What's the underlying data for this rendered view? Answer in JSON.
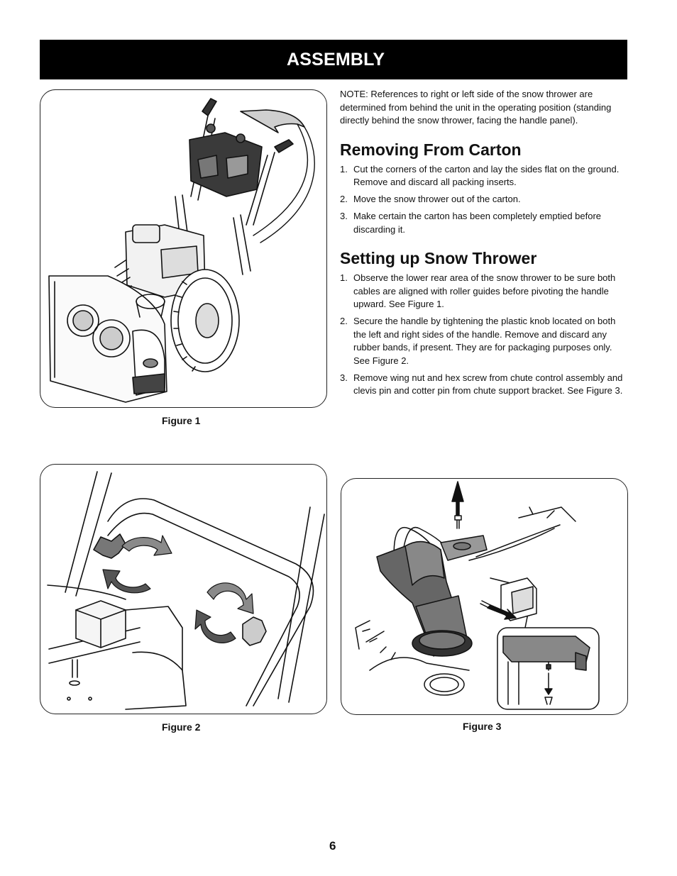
{
  "header": {
    "title": "ASSEMBLY"
  },
  "note": "NOTE: References to right or left side of the snow thrower are determined from behind the unit in the operating position (standing directly behind the snow thrower, facing the handle panel).",
  "sections": [
    {
      "heading": "Removing From Carton",
      "steps": [
        {
          "num": "1.",
          "text": "Cut the corners of the carton and lay the sides flat on the ground. Remove and discard all packing inserts."
        },
        {
          "num": "2.",
          "text": "Move the snow thrower out of the carton."
        },
        {
          "num": "3.",
          "text": "Make certain the carton has been completely emptied before discarding it."
        }
      ]
    },
    {
      "heading": "Setting up Snow Thrower",
      "steps": [
        {
          "num": "1.",
          "text": "Observe the lower rear area of the snow thrower to be sure both cables are aligned with roller guides before pivoting the handle upward. See Figure 1."
        },
        {
          "num": "2.",
          "text": "Secure the handle by tightening the plastic knob located on both the left and right sides of the handle. Remove and discard any rubber bands, if present. They are for packaging purposes only. See Figure 2."
        },
        {
          "num": "3.",
          "text": "Remove wing nut and hex screw from chute control assembly and clevis pin and cotter pin from chute support bracket. See Figure 3."
        }
      ]
    }
  ],
  "figures": {
    "fig1": {
      "caption": "Figure 1"
    },
    "fig2": {
      "caption": "Figure 2"
    },
    "fig3": {
      "caption": "Figure 3"
    }
  },
  "page_number": "6"
}
